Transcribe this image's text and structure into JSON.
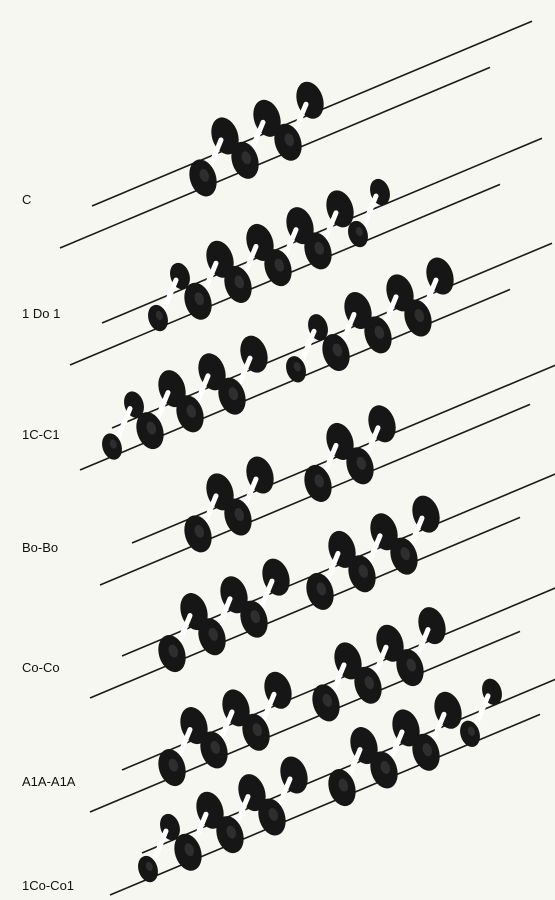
{
  "labels": {
    "c": "C",
    "one_do_one": "1 Do 1",
    "one_c_c_one": "1C-C1",
    "bo_bo": "Bo-Bo",
    "co_co": "Co-Co",
    "a1a_a1a": "A1A-A1A",
    "one_co_co_one": "1Co-Co1"
  },
  "colors": {
    "background": "#f7f7f2",
    "rail": "#1a1a1a",
    "wheel": "#161616",
    "axle": "#ffffff",
    "label_text": "#111111"
  }
}
